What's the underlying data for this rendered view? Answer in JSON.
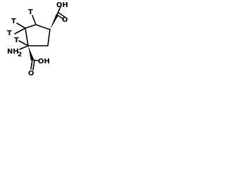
{
  "molecule": {
    "labels": {
      "t1": "T",
      "t2": "T",
      "t3": "T",
      "t4": "T",
      "amine": "NH",
      "amine_sub": "2",
      "cooh_top_oh": "OH",
      "cooh_top_o": "O",
      "cooh_bottom": "OH",
      "cooh_bottom_o": "O"
    }
  }
}
